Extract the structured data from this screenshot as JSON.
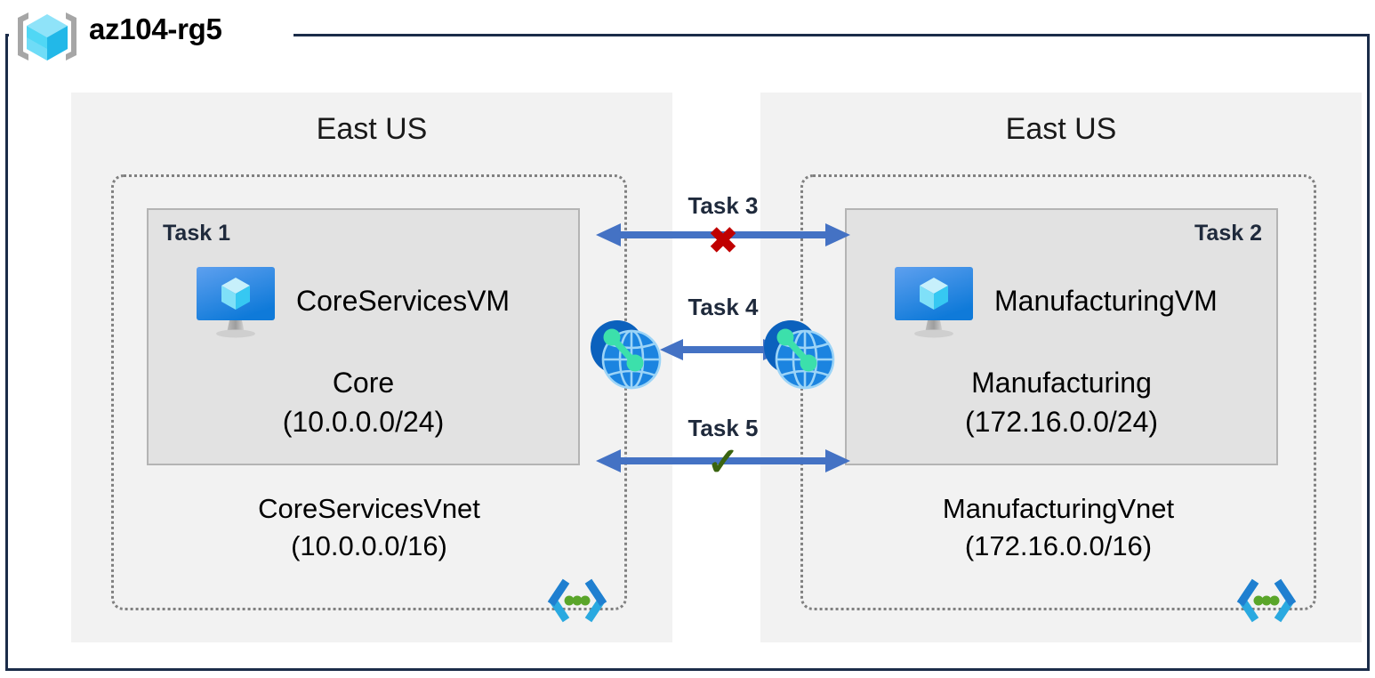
{
  "resource_group": {
    "name": "az104-rg5",
    "icon": "resource-group-cube-icon",
    "border_color": "#1b2c49"
  },
  "regions": [
    {
      "id": "left",
      "label": "East US",
      "vnet": {
        "name": "CoreServicesVnet",
        "cidr": "(10.0.0.0/16)",
        "icon": "vnet-icon",
        "subnet": {
          "task_tag": "Task 1",
          "task_tag_align": "left",
          "vm_name": "CoreServicesVM",
          "vm_icon": "virtual-machine-icon",
          "name": "Core",
          "cidr": "(10.0.0.0/24)"
        }
      }
    },
    {
      "id": "right",
      "label": "East US",
      "vnet": {
        "name": "ManufacturingVnet",
        "cidr": "(172.16.0.0/16)",
        "icon": "vnet-icon",
        "subnet": {
          "task_tag": "Task 2",
          "task_tag_align": "right",
          "vm_name": "ManufacturingVM",
          "vm_icon": "virtual-machine-icon",
          "name": "Manufacturing",
          "cidr": "(172.16.0.0/24)"
        }
      }
    }
  ],
  "connections": [
    {
      "id": "task3",
      "label": "Task 3",
      "marker": "✖",
      "marker_kind": "cross",
      "marker_color": "#c00000",
      "arrow_color": "#4472c4",
      "direction": "bidirectional"
    },
    {
      "id": "task4",
      "label": "Task 4",
      "marker": "",
      "marker_kind": "peering",
      "arrow_color": "#4472c4",
      "direction": "bidirectional",
      "endpoint_icon": "vnet-peering-icon"
    },
    {
      "id": "task5",
      "label": "Task 5",
      "marker": "✓",
      "marker_kind": "check",
      "marker_color": "#3a6410",
      "arrow_color": "#4472c4",
      "direction": "bidirectional"
    }
  ],
  "palette": {
    "frame": "#1b2c49",
    "region_bg": "#f2f2f2",
    "subnet_bg": "#e2e2e2",
    "subnet_border": "#b4b4b4",
    "vnet_border": "#808080",
    "arrow": "#4472c4",
    "task_text": "#1f2a3c",
    "cross": "#c00000",
    "check": "#3a6410",
    "azure_blue": "#0078d4",
    "cyan": "#32bdf0"
  }
}
